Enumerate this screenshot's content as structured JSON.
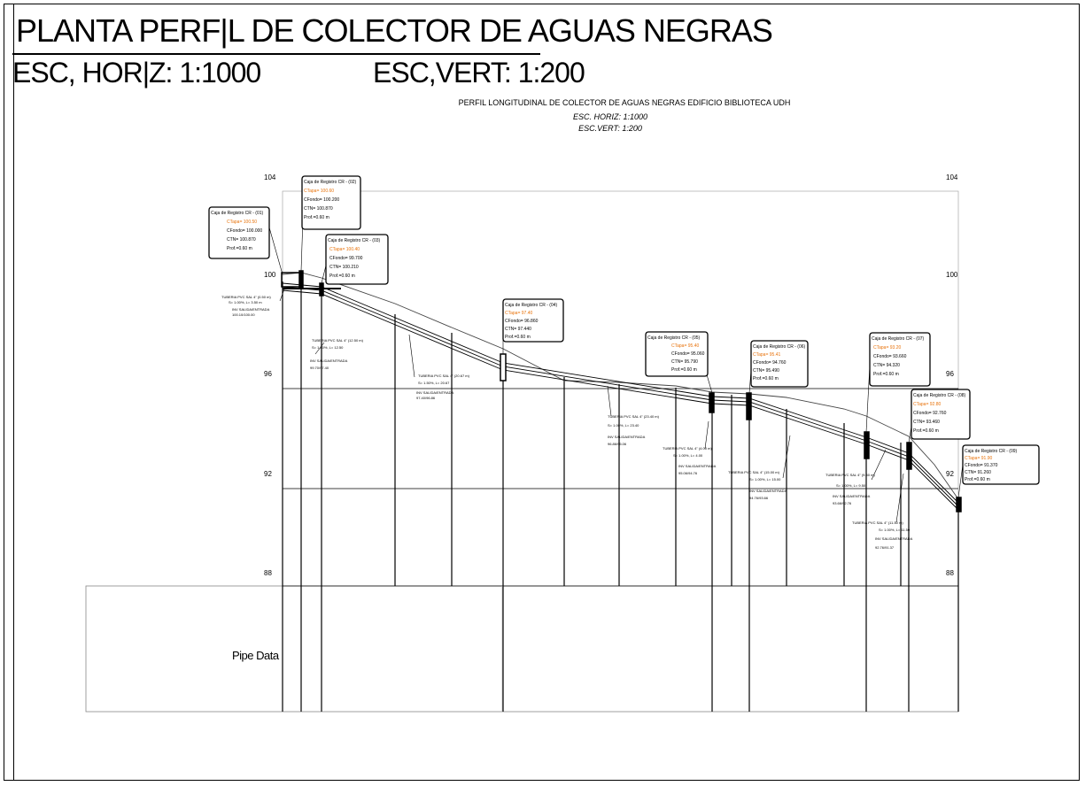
{
  "sheet": {
    "title": "PLANTA PERF|L DE COLECTOR DE AGUAS NEGRAS",
    "scale_horizontal": "ESC, HOR|Z: 1:1000",
    "scale_vertical": "ESC,VERT: 1:200"
  },
  "profile": {
    "title": "PERFIL LONGITUDINAL DE COLECTOR DE AGUAS NEGRAS EDIFICIO BIBLIOTECA UDH",
    "scale_horizontal": "ESC. HORIZ: 1:1000",
    "scale_vertical": "ESC.VERT: 1:200",
    "elevation_labels_left": [
      "104",
      "100",
      "96",
      "92",
      "88"
    ],
    "elevation_labels_right": [
      "104",
      "100",
      "96",
      "92",
      "88"
    ],
    "band_label": "Pipe Data"
  },
  "structures": [
    {
      "id": "s1",
      "name": "Caja de Registro CR - (01)",
      "line2": "CTapa= 100.50",
      "line3": "CFondo= 100.000",
      "line4": "CTN= 100.870",
      "line5": "Prof.=0.60 m"
    },
    {
      "id": "s2",
      "name": "Caja de Registro CR - (02)",
      "line2": "CTapa= 100.60",
      "line3": "CFondo= 100.200",
      "line4": "CTN= 100.870",
      "line5": "Prof.=0.60 m"
    },
    {
      "id": "s3",
      "name": "Caja de Registro CR - (03)",
      "line2": "CTapa= 100.40",
      "line3": "CFondo= 99.700",
      "line4": "CTN= 100.210",
      "line5": "Prof.=0.60 m"
    },
    {
      "id": "s4",
      "name": "Caja de Registro CR - (04)",
      "line2": "CTapa= 97.40",
      "line3": "CFondo= 96.860",
      "line4": "CTN= 97.440",
      "line5": "Prof.=0.60 m"
    },
    {
      "id": "s5",
      "name": "Caja de Registro CR - (05)",
      "line2": "CTapa= 95.40",
      "line3": "CFondo= 95.060",
      "line4": "CTN= 95.790",
      "line5": "Prof.=0.60 m"
    },
    {
      "id": "s6",
      "name": "Caja de Registro CR - (06)",
      "line2": "CTapa= 95.41",
      "line3": "CFondo= 94.760",
      "line4": "CTN= 95.490",
      "line5": "Prof.=0.60 m"
    },
    {
      "id": "s7",
      "name": "Caja de Registro CR - (07)",
      "line2": "CTapa= 93.20",
      "line3": "CFondo= 93.660",
      "line4": "CTN= 94.320",
      "line5": "Prof.=0.60 m"
    },
    {
      "id": "s8",
      "name": "Caja de Registro CR - (08)",
      "line2": "CTapa= 92.80",
      "line3": "CFondo= 92.760",
      "line4": "CTN= 93.460",
      "line5": "Prof.=0.60 m"
    },
    {
      "id": "s9",
      "name": "Caja de Registro CR - (09)",
      "line2": "CTapa= 91.90",
      "line3": "CFondo= 91.370",
      "line4": "CTN= 91.260",
      "line5": "Prof.=0.60 m"
    }
  ],
  "pipe_notes": [
    {
      "id": "p1",
      "l1": "TUBERIA PVC SAL 4\" (0.50 m)",
      "l2": "S= 1.00%, L= 3.50 m",
      "l3": "INV SALIDA/ENTRADA",
      "l4": "100.10/100.00"
    },
    {
      "id": "p2",
      "l1": "TUBERIA PVC SAL 4\" (12.50 m)",
      "l2": "S= 1.50%, L= 12.50",
      "l3": "INV SALIDA/ENTRADA",
      "l4": "99.70/97.40"
    },
    {
      "id": "p3",
      "l1": "TUBERIA PVC SAL 4\" (20.67 m)",
      "l2": "S= 1.50%, L= 20.67",
      "l3": "INV SALIDA/ENTRADA",
      "l4": "97.40/96.86"
    },
    {
      "id": "p4",
      "l1": "TUBERIA PVC SAL 4\" (23.40 m)",
      "l2": "S= 1.00%, L= 23.40",
      "l3": "INV SALIDA/ENTRADA",
      "l4": "96.86/95.06"
    },
    {
      "id": "p5",
      "l1": "TUBERIA PVC SAL 4\" (4.00 m)",
      "l2": "S= 1.00%, L= 4.00",
      "l3": "INV SALIDA/ENTRADA",
      "l4": "95.06/94.76"
    },
    {
      "id": "p6",
      "l1": "TUBERIA PVC SAL 4\" (15.00 m)",
      "l2": "S= 1.00%, L= 15.00",
      "l3": "INV SALIDA/ENTRADA",
      "l4": "94.76/93.66"
    },
    {
      "id": "p7",
      "l1": "TUBERIA PVC SAL 4\" (9.50 m)",
      "l2": "S= 1.00%, L= 9.50",
      "l3": "INV SALIDA/ENTRADA",
      "l4": "93.66/92.76"
    },
    {
      "id": "p8",
      "l1": "TUBERIA PVC SAL 4\" (11.50 m)",
      "l2": "S= 1.00%, L= 11.50",
      "l3": "INV SALIDA/ENTRADA",
      "l4": "92.76/91.37"
    }
  ],
  "colors": {
    "line": "#000000",
    "ground": "#444444",
    "highlight": "#e8730c"
  }
}
